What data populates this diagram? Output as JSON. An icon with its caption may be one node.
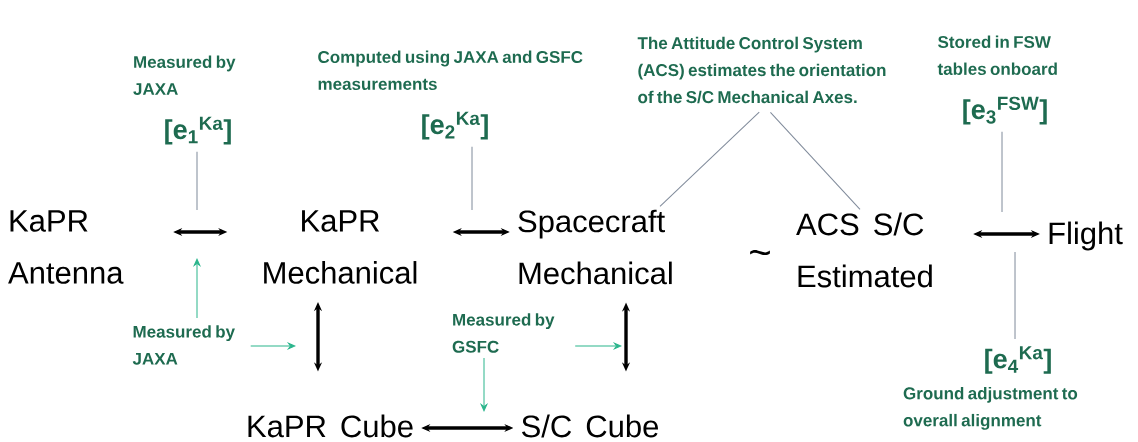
{
  "diagram": {
    "nodes": [
      {
        "text": [
          "KaPR Antenna"
        ]
      },
      {
        "text": [
          "KaPR Mechanical"
        ]
      },
      {
        "text": [
          "Spacecraft Mechanical"
        ]
      },
      {
        "text": [
          "ACS S/C Estimated"
        ]
      },
      {
        "text": [
          "Flight"
        ]
      },
      {
        "text": [
          "KaPR Cube"
        ]
      },
      {
        "text": [
          "S/C Cube"
        ]
      },
      {
        "text": [
          "Measured by JAXA",
          "[e$_{1}$$^{Ka}$]"
        ]
      },
      {
        "text": [
          "Computed using JAXA and GSFC measurements",
          "[e$_{2}$$^{Ka}$]"
        ]
      },
      {
        "text": [
          "The Attitude Control System (ACS) estimates the orientation of the S/C Mechanical Axes."
        ]
      },
      {
        "text": [
          "Stored in FSW tables onboard",
          "[e$_{3}$$^{FSW}$]"
        ]
      },
      {
        "text": [
          "[e$_{4}$$^{Ka}$]",
          "Ground adjustment to overall alignment"
        ]
      },
      {
        "text": [
          "Measured by JAXA"
        ]
      },
      {
        "text": [
          "Measured by GSFC"
        ]
      }
    ],
    "edges": [
      {
        "from": 0,
        "to": 1,
        "arrow": "both",
        "style": "thick"
      },
      {
        "from": 1,
        "to": 2,
        "arrow": "both",
        "style": "thick"
      },
      {
        "from": 3,
        "to": 4,
        "arrow": "both",
        "style": "thick"
      },
      {
        "from": 1,
        "to": 5,
        "arrow": "both",
        "style": "thick"
      },
      {
        "from": 2,
        "to": 6,
        "arrow": "both",
        "style": "thick"
      },
      {
        "from": 5,
        "to": 6,
        "arrow": "both",
        "style": "thick"
      },
      {
        "from": 7,
        "to": null,
        "arrow": "none",
        "color": "#7f8a9a"
      },
      {
        "from": 8,
        "to": null,
        "arrow": "none",
        "color": "#7f8a9a"
      },
      {
        "from": 9,
        "to": 2,
        "arrow": "none",
        "color": "#7f8a9a"
      },
      {
        "from": 9,
        "to": 3,
        "arrow": "none",
        "color": "#7f8a9a"
      },
      {
        "from": 10,
        "to": null,
        "arrow": "none",
        "color": "#7f8a9a"
      },
      {
        "from": 11,
        "to": null,
        "arrow": "none",
        "color": "#7f8a9a"
      },
      {
        "from": 12,
        "to": null,
        "arrow": "to",
        "color": "#2bb58c"
      },
      {
        "from": 12,
        "to": null,
        "arrow": "to",
        "color": "#2bb58c"
      },
      {
        "from": 13,
        "to": null,
        "arrow": "to",
        "color": "#2bb58c"
      },
      {
        "from": 13,
        "to": null,
        "arrow": "to",
        "color": "#2bb58c"
      }
    ],
    "labels": [
      "~"
    ]
  }
}
